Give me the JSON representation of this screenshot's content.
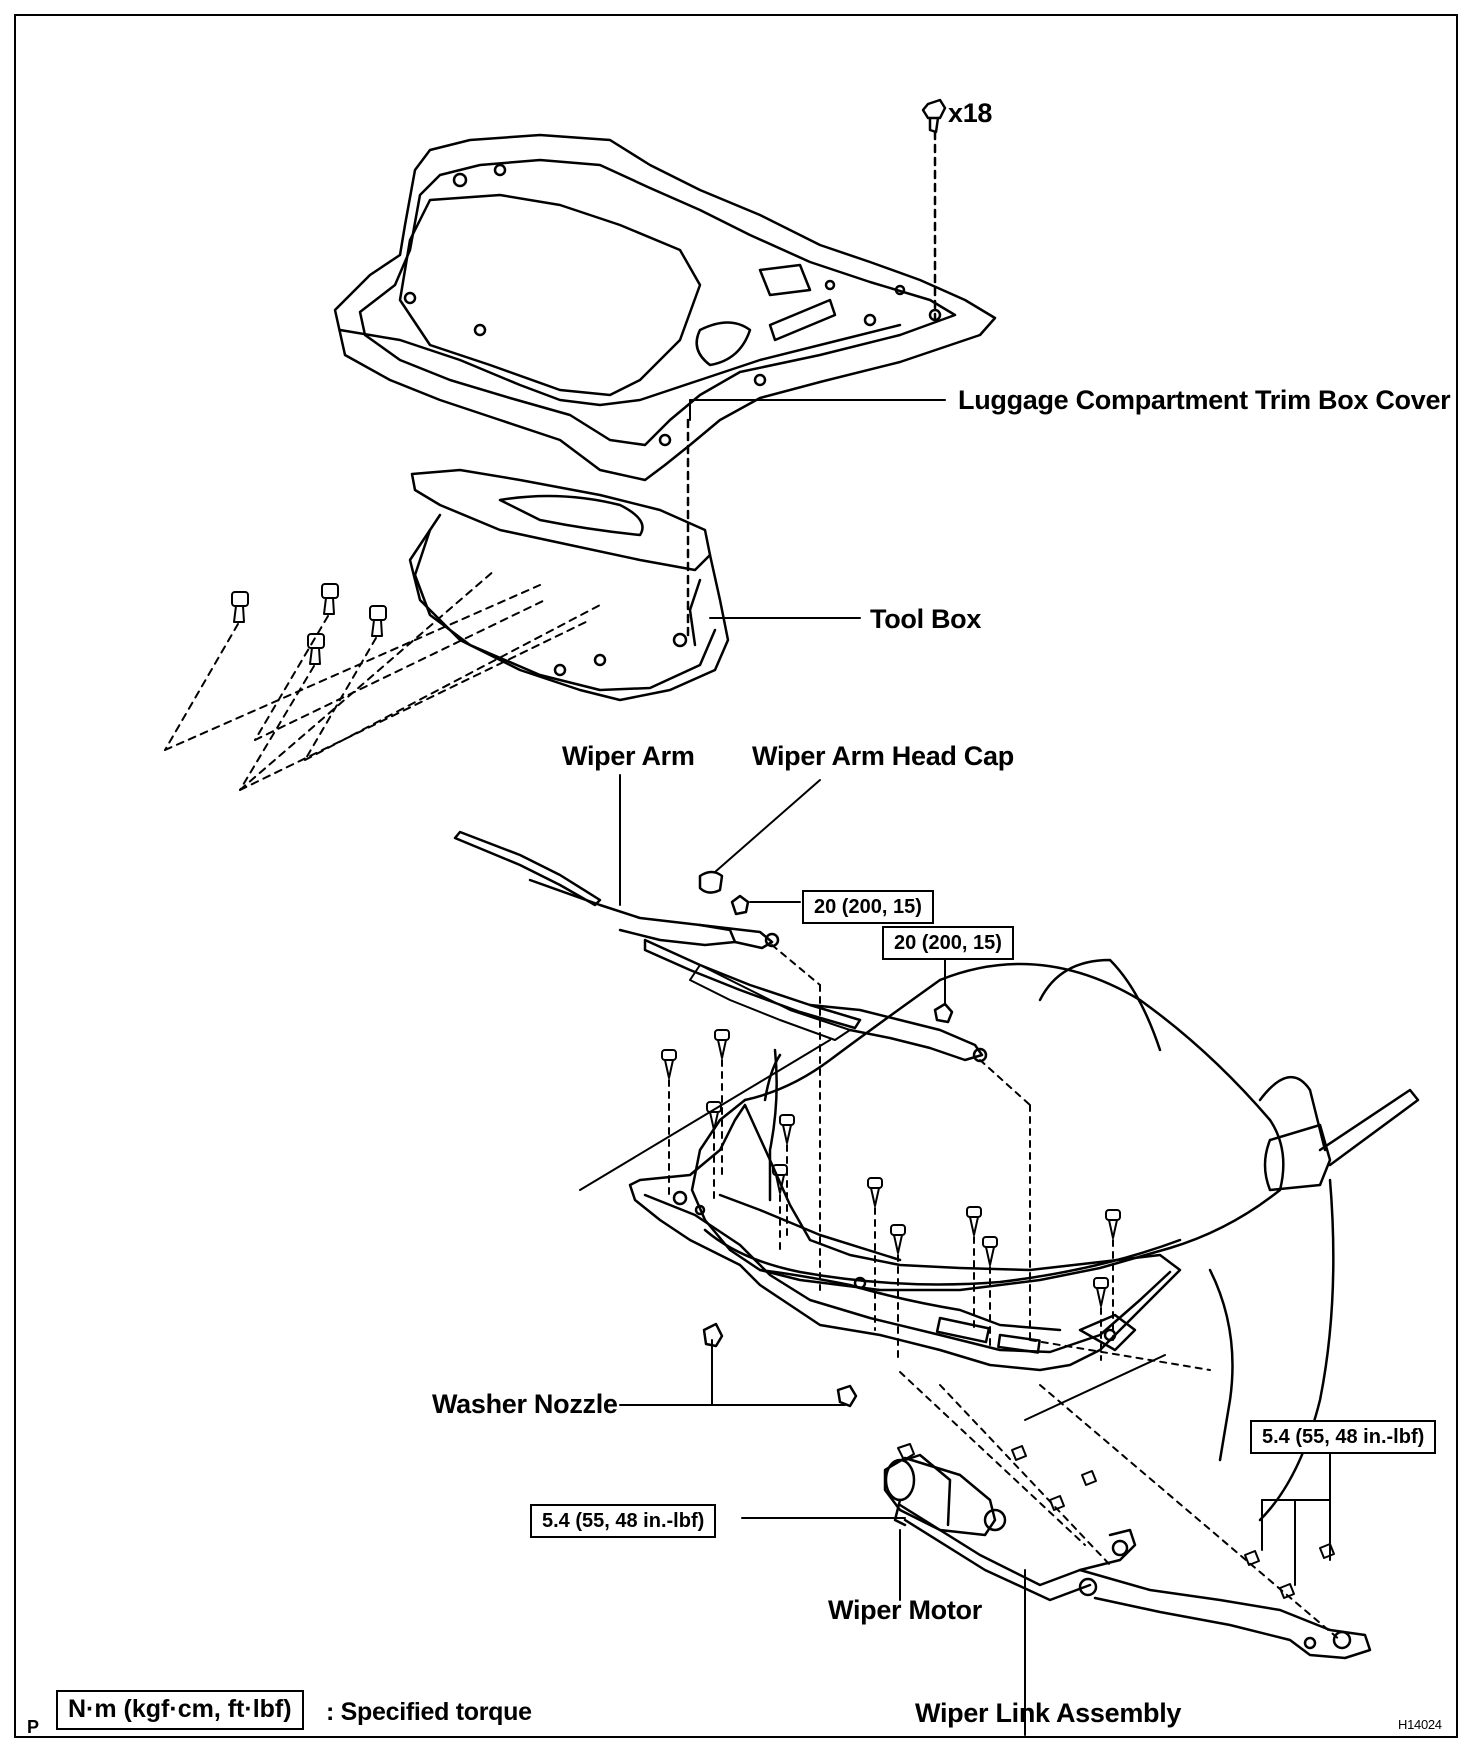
{
  "diagram": {
    "bolt_count": "x18",
    "labels": {
      "trim_box_cover": "Luggage Compartment Trim Box Cover",
      "tool_box": "Tool Box",
      "wiper_arm": "Wiper Arm",
      "wiper_arm_head_cap": "Wiper Arm Head Cap",
      "washer_nozzle": "Washer Nozzle",
      "wiper_motor": "Wiper Motor",
      "wiper_link_assembly": "Wiper Link Assembly"
    },
    "torques": {
      "arm_nut_1": "20 (200, 15)",
      "arm_nut_2": "20 (200, 15)",
      "motor_bolts": "5.4 (55, 48 in.-lbf)",
      "link_bolts": "5.4 (55, 48 in.-lbf)"
    },
    "legend": {
      "unit": "N·m (kgf·cm, ft·lbf)",
      "text": ": Specified torque"
    },
    "corner_mark": "P",
    "figure_id": "H14024"
  }
}
